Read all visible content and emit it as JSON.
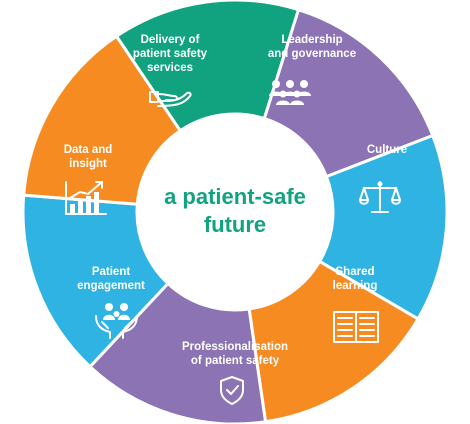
{
  "center": {
    "line1": "a patient-safe",
    "line2": "future"
  },
  "colors": {
    "green": "#11a37f",
    "purple": "#8b73b4",
    "blue": "#2fb3e3",
    "orange": "#f68b22",
    "white": "#ffffff"
  },
  "segments": [
    {
      "key": "delivery",
      "lines": [
        "Delivery of",
        "patient safety",
        "services"
      ],
      "color": "#11a37f",
      "icon": "hand-icon"
    },
    {
      "key": "leadership",
      "lines": [
        "Leadership",
        "and governance"
      ],
      "color": "#8b73b4",
      "icon": "people-group-icon"
    },
    {
      "key": "culture",
      "lines": [
        "Culture"
      ],
      "color": "#2fb3e3",
      "icon": "scales-icon"
    },
    {
      "key": "shared-learning",
      "lines": [
        "Shared",
        "learning"
      ],
      "color": "#f68b22",
      "icon": "open-book-icon"
    },
    {
      "key": "professionalisation",
      "lines": [
        "Professionalisation",
        "of patient safety"
      ],
      "color": "#8b73b4",
      "icon": "shield-check-icon"
    },
    {
      "key": "patient-engagement",
      "lines": [
        "Patient",
        "engagement"
      ],
      "color": "#2fb3e3",
      "icon": "family-hands-icon"
    },
    {
      "key": "data-insight",
      "lines": [
        "Data and",
        "insight"
      ],
      "color": "#f68b22",
      "icon": "bar-chart-icon"
    }
  ]
}
